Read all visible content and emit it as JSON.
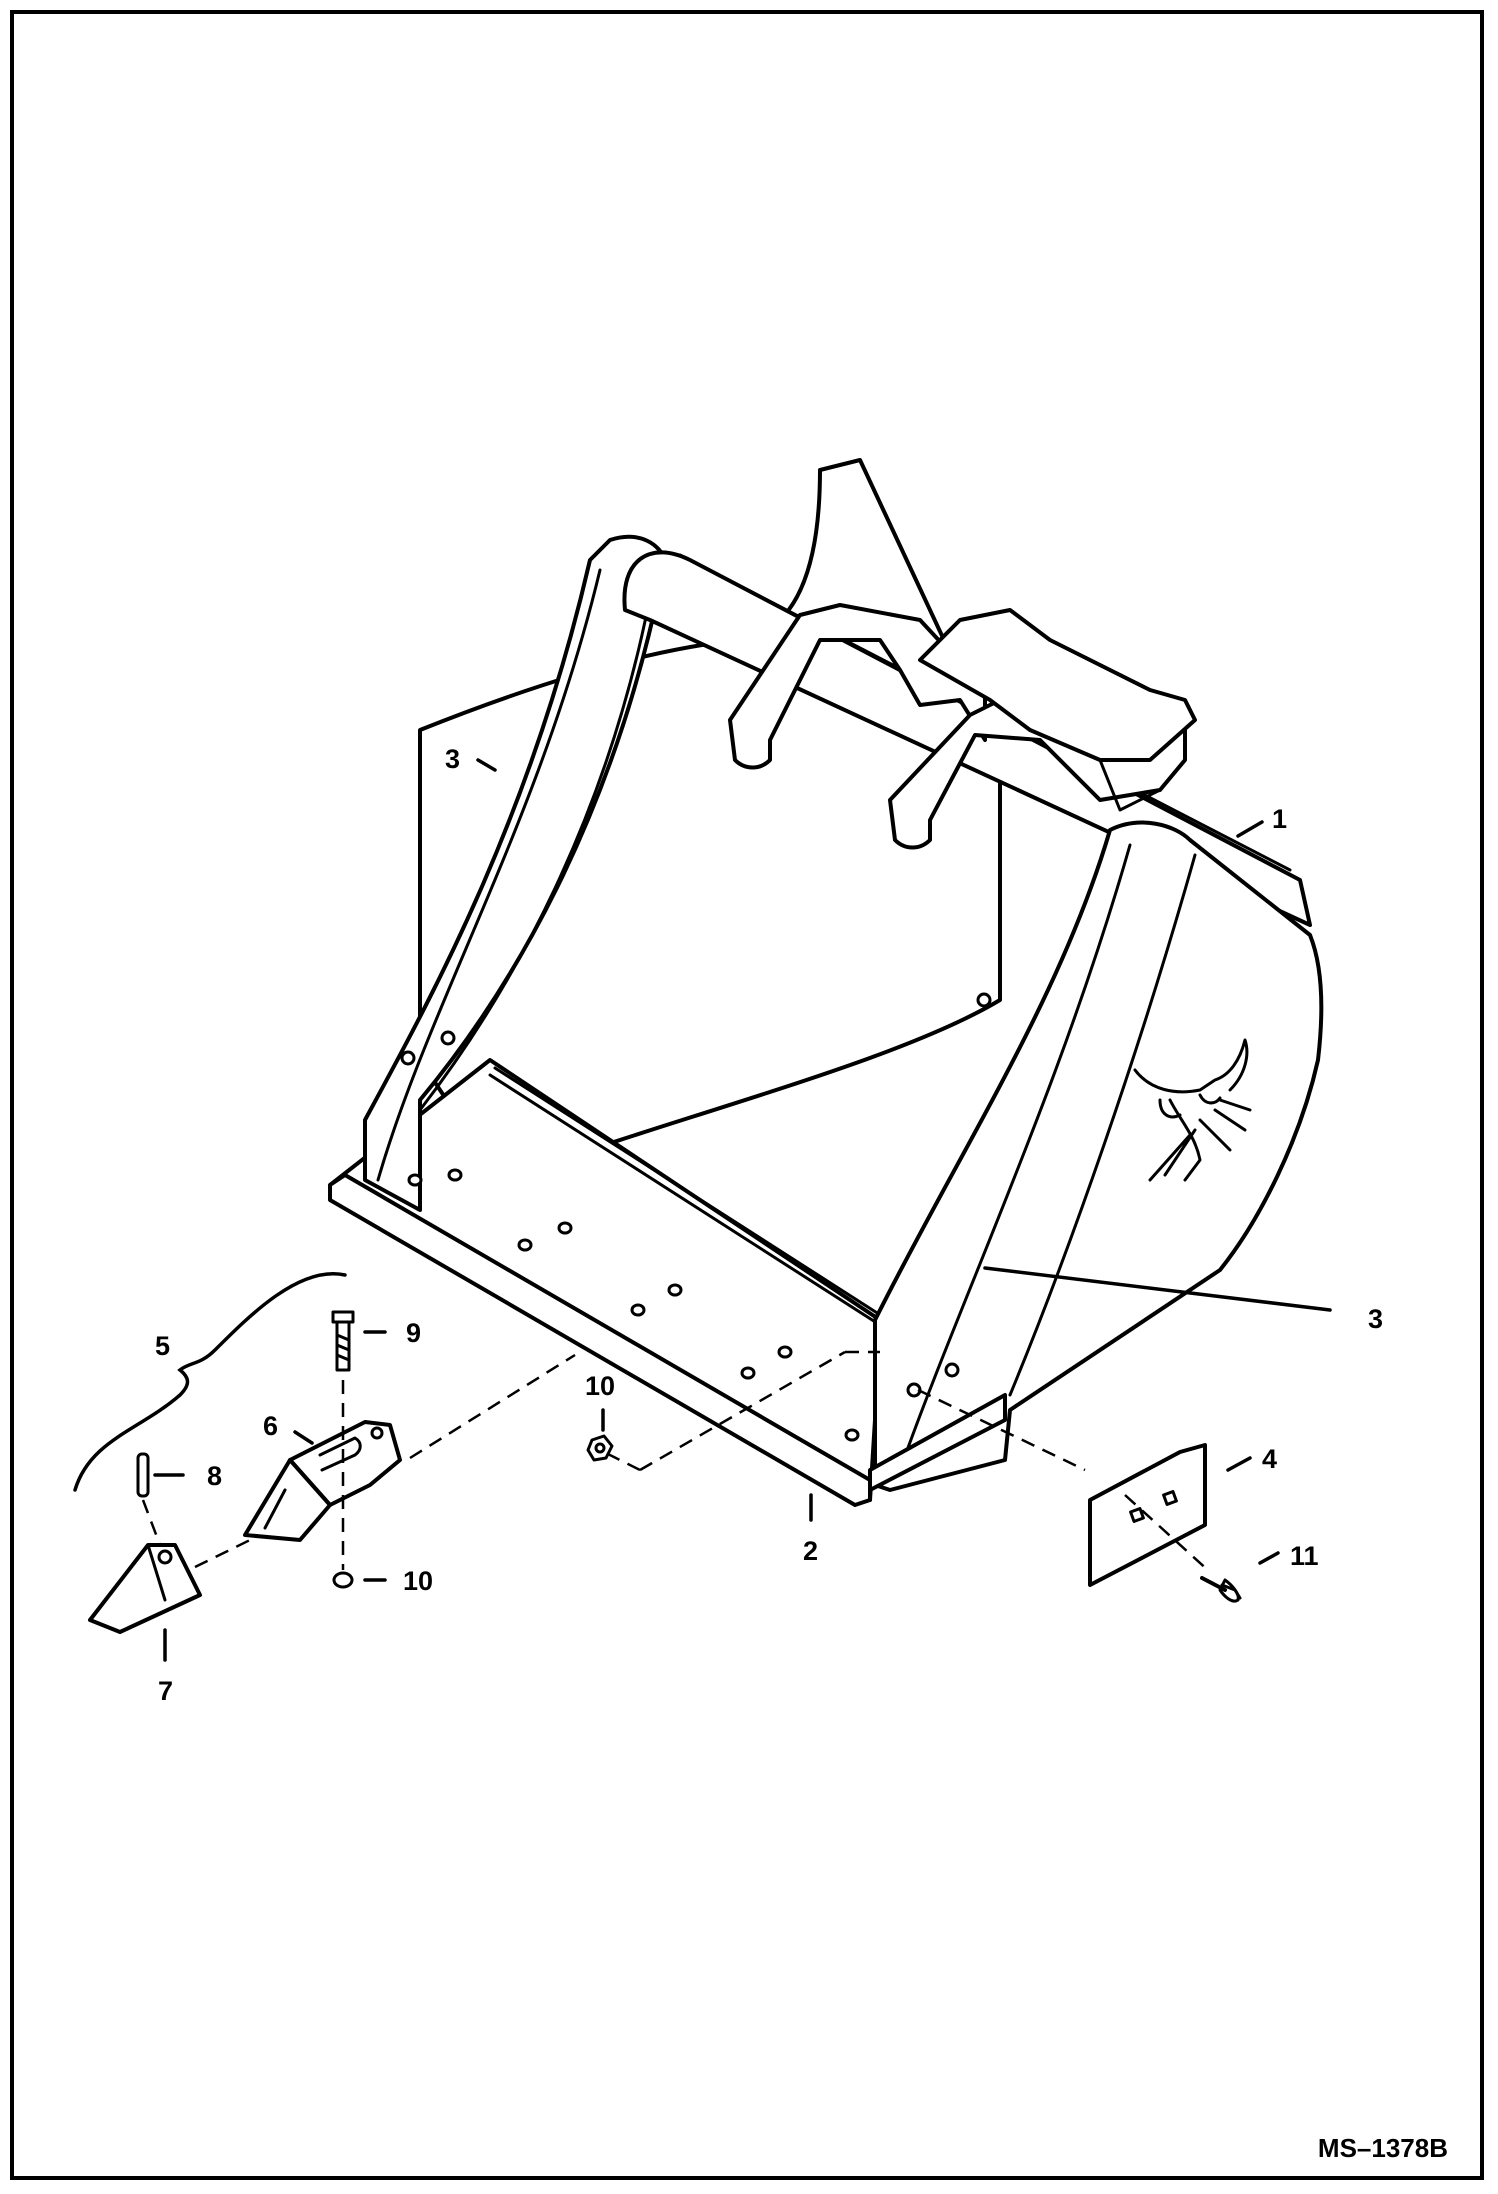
{
  "drawing_id": "MS–1378B",
  "callouts": {
    "c1": "1",
    "c2": "2",
    "c3_left": "3",
    "c3_right": "3",
    "c4": "4",
    "c5": "5",
    "c6": "6",
    "c7": "7",
    "c8": "8",
    "c9": "9",
    "c10_top": "10",
    "c10_bottom": "10",
    "c11": "11"
  }
}
